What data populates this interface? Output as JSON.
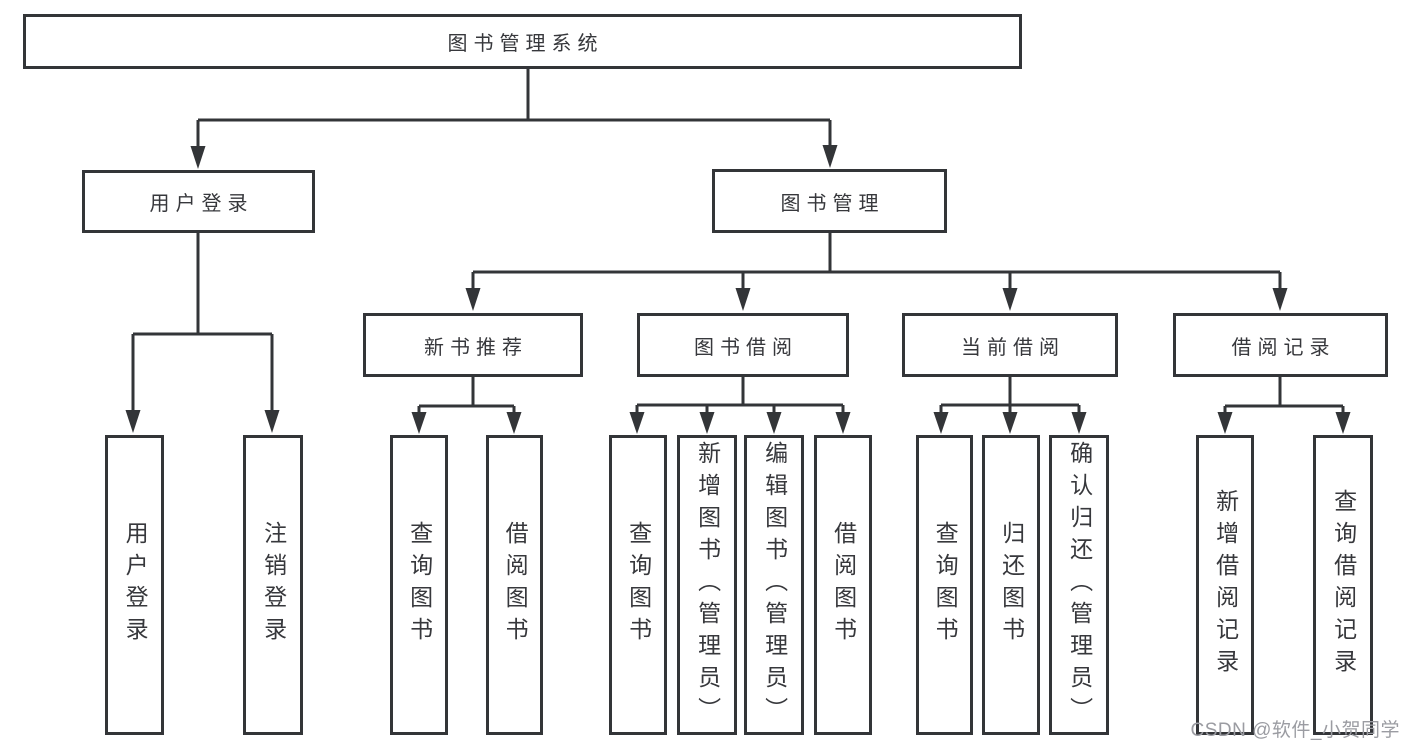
{
  "chart": {
    "root": "图书管理系统",
    "branches": [
      {
        "label": "用户登录",
        "leaves": [
          "用户登录",
          "注销登录"
        ]
      },
      {
        "label": "图书管理",
        "children": [
          {
            "label": "新书推荐",
            "leaves": [
              "查询图书",
              "借阅图书"
            ]
          },
          {
            "label": "图书借阅",
            "leaves": [
              "查询图书",
              "新增图书（管理员）",
              "编辑图书（管理员）",
              "借阅图书"
            ]
          },
          {
            "label": "当前借阅",
            "leaves": [
              "查询图书",
              "归还图书",
              "确认归还（管理员）"
            ]
          },
          {
            "label": "借阅记录",
            "leaves": [
              "新增借阅记录",
              "查询借阅记录"
            ]
          }
        ]
      }
    ]
  },
  "watermark": "CSDN @软件_小贺同学",
  "colors": {
    "line": "#333538",
    "text": "#37383c",
    "watermark": "#9b9ca2",
    "background": "#ffffff"
  }
}
